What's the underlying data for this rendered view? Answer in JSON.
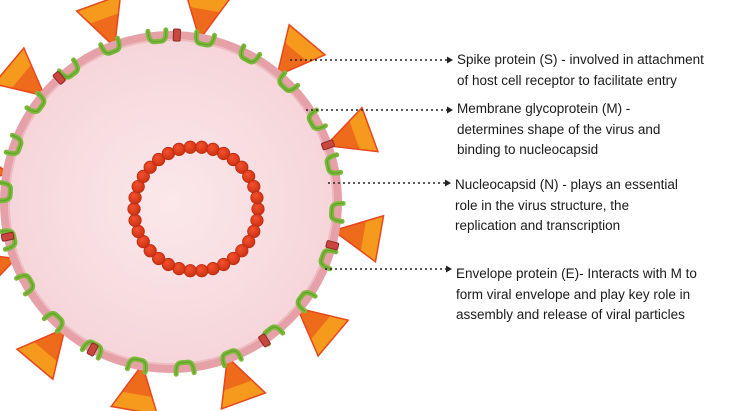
{
  "labels": {
    "spike": "Spike protein (S) - involved in attachment\nof host cell receptor to facilitate entry",
    "membrane": "Membrane glycoprotein (M) -\ndetermines shape of the virus and\nbinding to nucleocapsid",
    "nucleocapsid": "Nucleocapsid (N) -  plays an essential\nrole in the virus structure, the\nreplication and transcription",
    "envelope": "Envelope protein (E)- Interacts with M to\nform viral envelope and play key role in\nassembly and release of viral particles"
  },
  "structures": {
    "spike_count": 12,
    "membrane_count": 22,
    "envelope_count": 6,
    "nucleocapsid_bead_count": 34
  },
  "colors": {
    "virion_fill": "#f7dde1",
    "envelope_ring": "#e6a1a8",
    "spike_tip": "#f59a1c",
    "spike_base": "#e9451e",
    "membrane": "#7cb83a",
    "membrane_dark": "#4f8a22",
    "envelope_protein": "#c9473f",
    "nucleocapsid": "#e33a1f",
    "nucleocapsid_dark": "#b92810",
    "pointer": "#222222",
    "text": "#1a1a1a"
  }
}
